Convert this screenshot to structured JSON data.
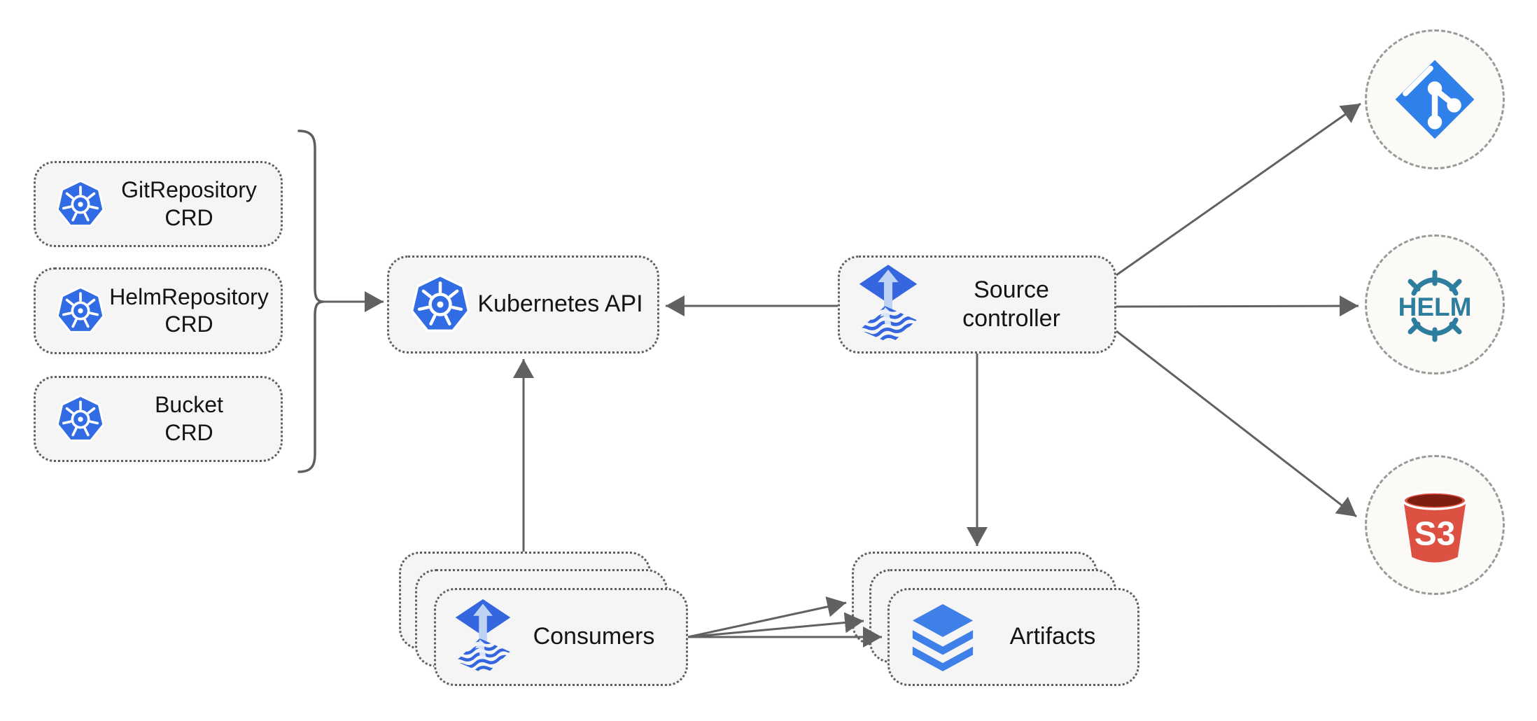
{
  "diagram": {
    "crd_boxes": [
      {
        "line1": "GitRepository",
        "line2": "CRD"
      },
      {
        "line1": "HelmRepository",
        "line2": "CRD"
      },
      {
        "line1": "Bucket",
        "line2": "CRD"
      }
    ],
    "kubernetes_api": {
      "label": "Kubernetes API"
    },
    "source_controller": {
      "line1": "Source",
      "line2": "controller"
    },
    "consumers": {
      "label": "Consumers"
    },
    "artifacts": {
      "label": "Artifacts"
    },
    "externals": {
      "git": {
        "icon": "git-icon"
      },
      "helm": {
        "icon": "helm-icon",
        "label": "HELM"
      },
      "s3": {
        "icon": "s3-bucket-icon",
        "label": "S3"
      }
    },
    "colors": {
      "kubernetes_blue": "#326CE5",
      "flux_blue": "#3566DF",
      "flux_arrow_light": "#BED3F3",
      "git_blue": "#2F80E8",
      "helm_teal": "#2D7D9E",
      "s3_red": "#DD5143",
      "s3_dark": "#7E1E10",
      "layers_blue": "#3F7FE8",
      "node_fill": "#F5F5F5",
      "node_border": "#5E5E5E",
      "arrow": "#616161",
      "circle_fill": "#FBFAF7",
      "circle_border": "#9A9A9A"
    }
  }
}
